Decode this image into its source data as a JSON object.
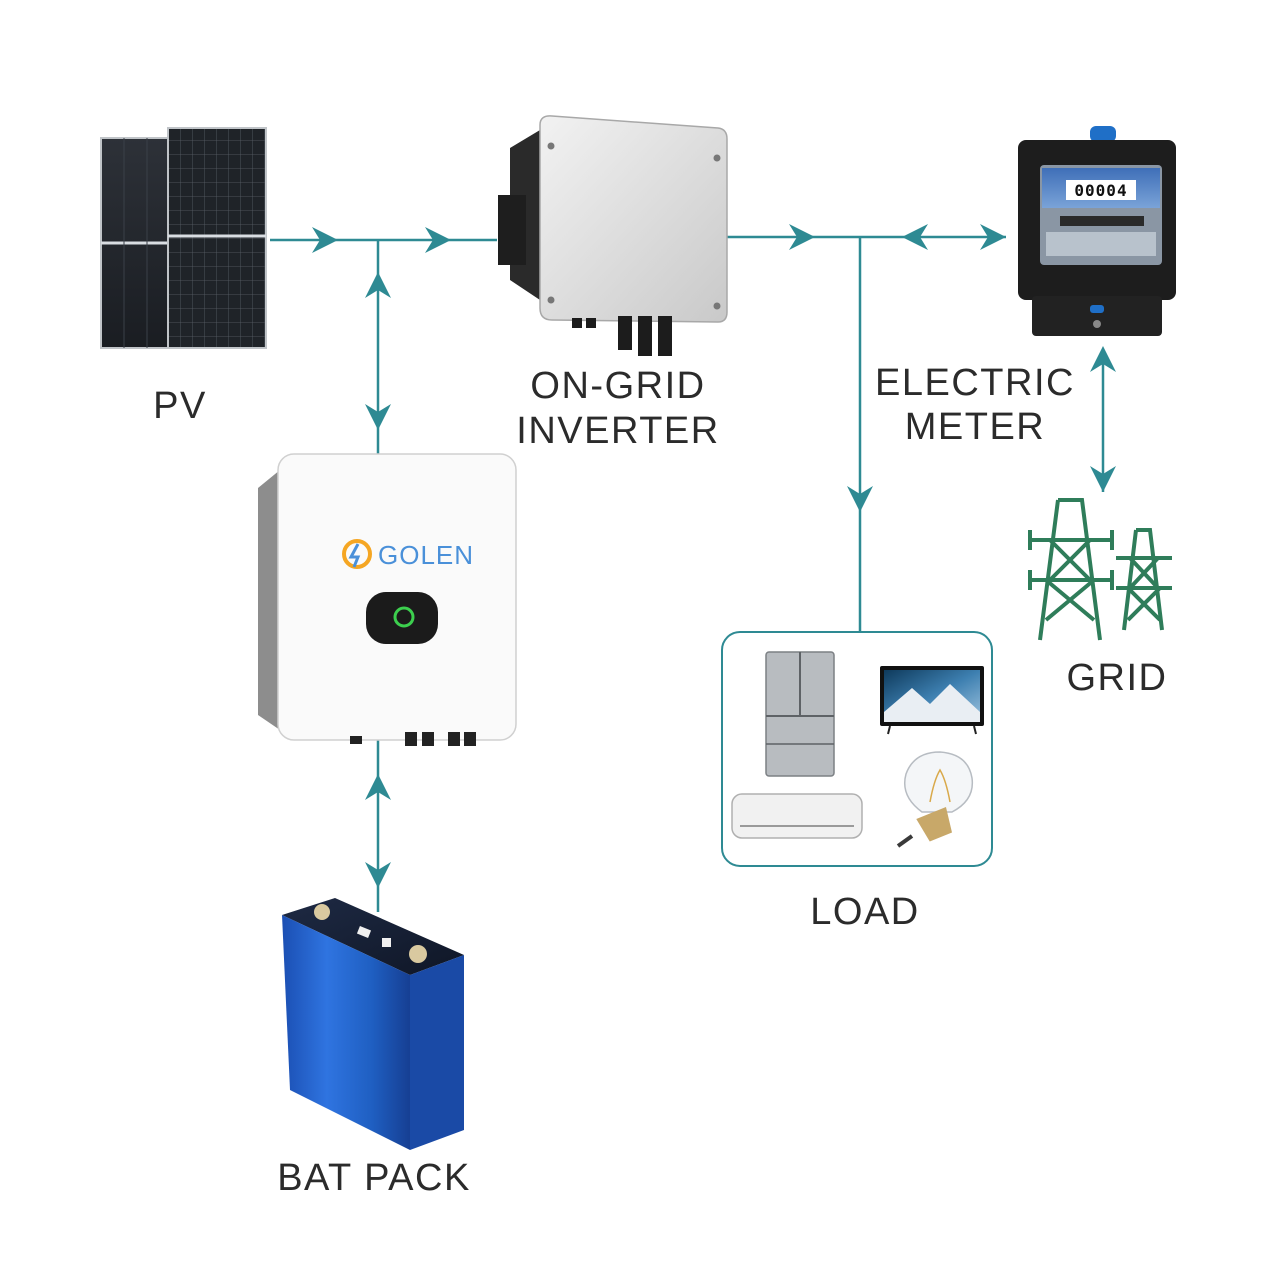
{
  "labels": {
    "pv": "PV",
    "on_grid_inverter_line1": "ON-GRID",
    "on_grid_inverter_line2": "INVERTER",
    "electric_meter_line1": "ELECTRIC",
    "electric_meter_line2": "METER",
    "grid": "GRID",
    "load": "LOAD",
    "bat_pack": "BAT PACK"
  },
  "brand": {
    "name": "GOLEN",
    "color": "#4a90d9",
    "accent": "#f5a623"
  },
  "meter": {
    "reading": "00004"
  },
  "colors": {
    "flow_line": "#2e8a93",
    "battery": "#1f5fc2",
    "tower": "#2f7d5a"
  }
}
